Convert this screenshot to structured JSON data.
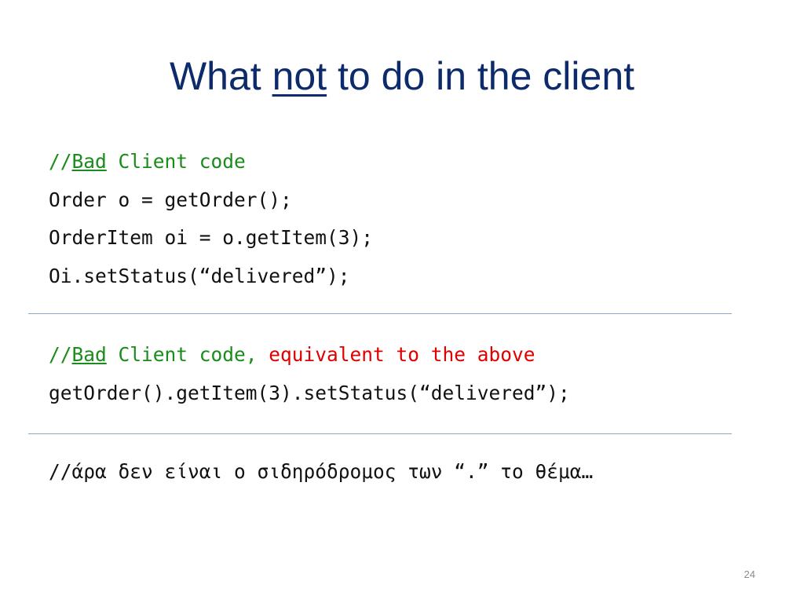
{
  "slide": {
    "title": {
      "before": "What ",
      "emphasis": "not",
      "after": " to do in the client"
    },
    "block1": {
      "comment_prefix": "//",
      "comment_bad": "Bad",
      "comment_rest": " Client code",
      "lines": [
        "Order o = getOrder();",
        "OrderItem oi = o.getItem(3);",
        "Oi.setStatus(“delivered”);"
      ]
    },
    "block2": {
      "comment_prefix": "//",
      "comment_bad": "Bad",
      "comment_rest": " Client code,",
      "comment_highlight": " equivalent to the above",
      "line": "getOrder().getItem(3).setStatus(“delivered”);"
    },
    "block3": {
      "line": "//άρα δεν είναι ο σιδηρόδρομος των “.” το θέμα…"
    },
    "page_number": "24"
  },
  "colors": {
    "title": "#0d2a6b",
    "comment_green": "#1a8c1a",
    "highlight_red": "#e00000",
    "divider": "#8aa9cf"
  }
}
